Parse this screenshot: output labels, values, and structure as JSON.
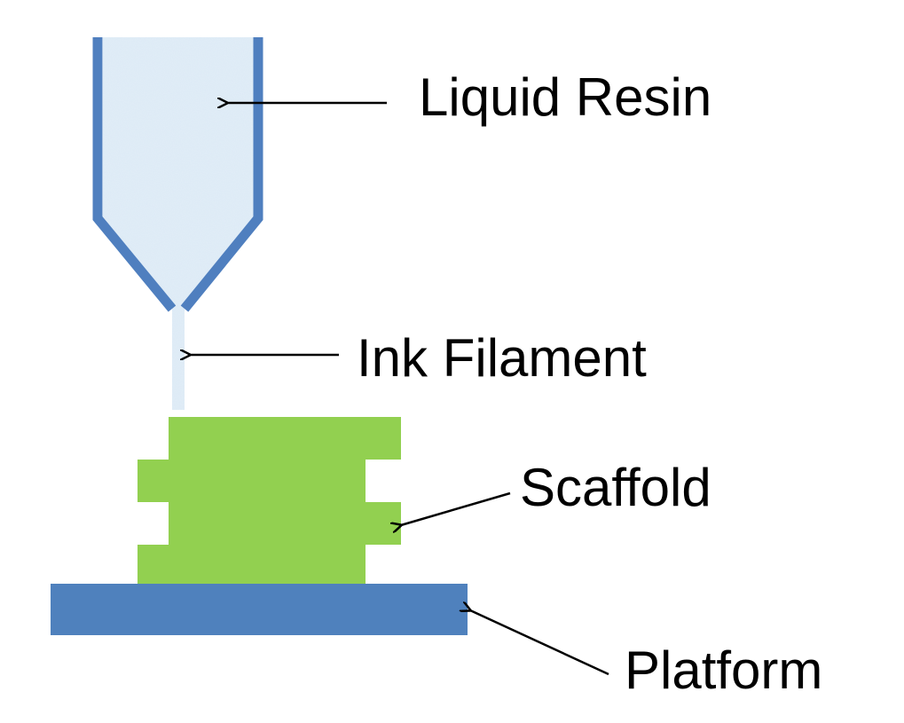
{
  "labels": {
    "liquid_resin": "Liquid Resin",
    "ink_filament": "Ink Filament",
    "scaffold": "Scaffold",
    "platform": "Platform"
  },
  "colors": {
    "nozzle_wall": "#4f7fbf",
    "resin_fill": "#dce9f5",
    "scaffold": "#92d050",
    "platform": "#4f81bd",
    "arrow": "#000000"
  }
}
